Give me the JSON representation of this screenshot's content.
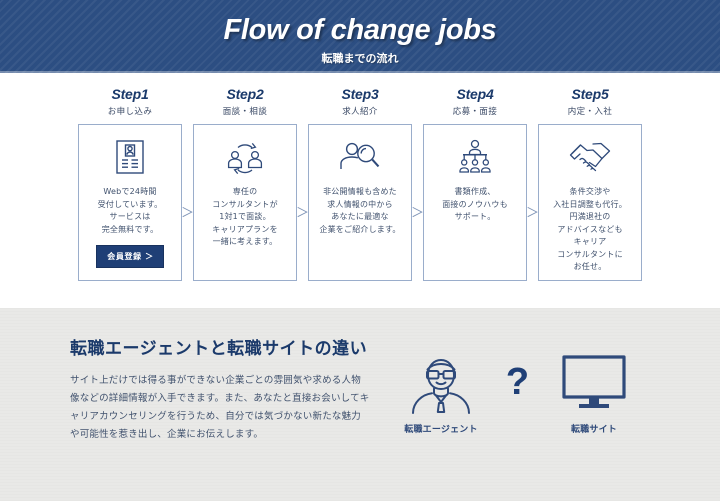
{
  "header": {
    "title": "Flow of change jobs",
    "subtitle": "転職までの流れ"
  },
  "steps": [
    {
      "title": "Step1",
      "subtitle": "お申し込み",
      "icon": "application-form-icon",
      "body": "Webで24時間\n受付しています。\nサービスは\n完全無料です。",
      "button": "会員登録  ＞"
    },
    {
      "title": "Step2",
      "subtitle": "面談・相談",
      "icon": "two-people-exchange-icon",
      "body": "専任の\nコンサルタントが\n1対1で面談。\nキャリアプランを\n一緒に考えます。",
      "button": null
    },
    {
      "title": "Step3",
      "subtitle": "求人紹介",
      "icon": "person-magnifier-icon",
      "body": "非公開情報も含めた\n求人情報の中から\nあなたに最適な\n企業をご紹介します。",
      "button": null
    },
    {
      "title": "Step4",
      "subtitle": "応募・面接",
      "icon": "interview-panel-icon",
      "body": "書類作成、\n面接のノウハウも\nサポート。",
      "button": null
    },
    {
      "title": "Step5",
      "subtitle": "内定・入社",
      "icon": "handshake-icon",
      "body": "条件交渉や\n入社日調整も代行。\n円満退社の\nアドバイスなども\nキャリア\nコンサルタントに\nお任せ。",
      "button": null
    }
  ],
  "separator": "＞",
  "difference": {
    "heading": "転職エージェントと転職サイトの違い",
    "body": "サイト上だけでは得る事ができない企業ごとの雰囲気や求める人物像などの詳細情報が入手できます。また、あなたと直接お会いしてキャリアカウンセリングを行うため、自分では気づかない新たな魅力や可能性を惹き出し、企業にお伝えします。",
    "compare": [
      {
        "icon": "agent-person-icon",
        "label": "転職エージェント"
      },
      {
        "icon": "question-mark-icon",
        "label": "？"
      },
      {
        "icon": "monitor-icon",
        "label": "転職サイト"
      }
    ],
    "question_mark": "?"
  },
  "colors": {
    "header_navy": "#2c4e82",
    "deep_navy": "#1b3a6b",
    "button_navy": "#1f3f76",
    "card_border": "#9aadcb",
    "gray_bg": "#e9e9e7",
    "body_text": "#41526e"
  }
}
